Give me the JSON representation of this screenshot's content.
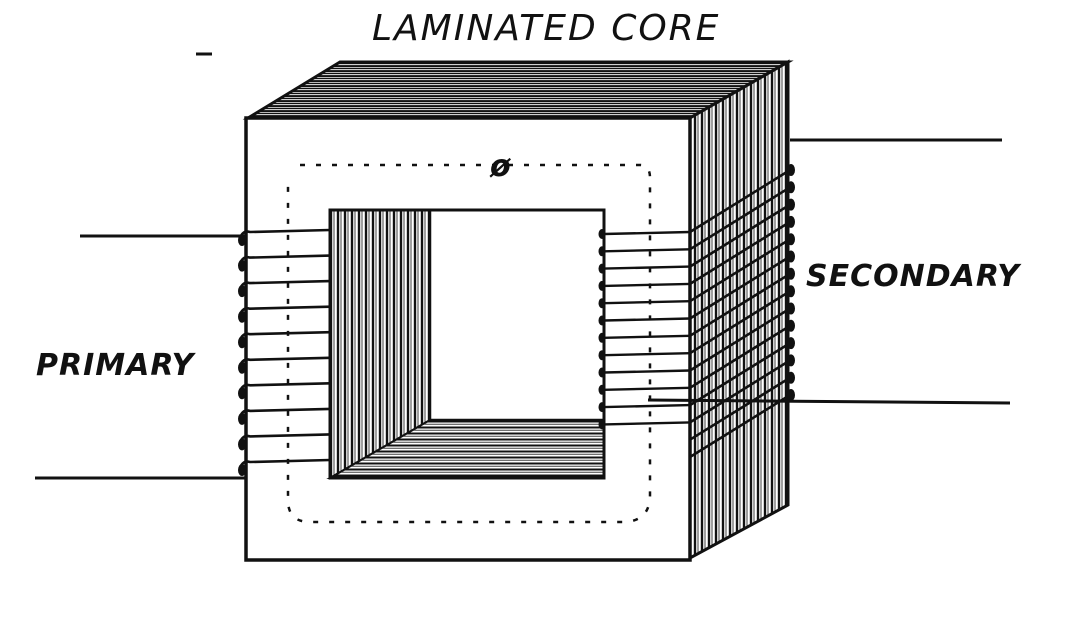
{
  "diagram": {
    "title": "LAMINATED CORE",
    "primary_label": "PRIMARY",
    "secondary_label": "SECONDARY",
    "flux_symbol": "ø",
    "primary_turns": 10,
    "secondary_turns": 14
  },
  "colors": {
    "ink": "#111111",
    "paper": "#ffffff"
  }
}
